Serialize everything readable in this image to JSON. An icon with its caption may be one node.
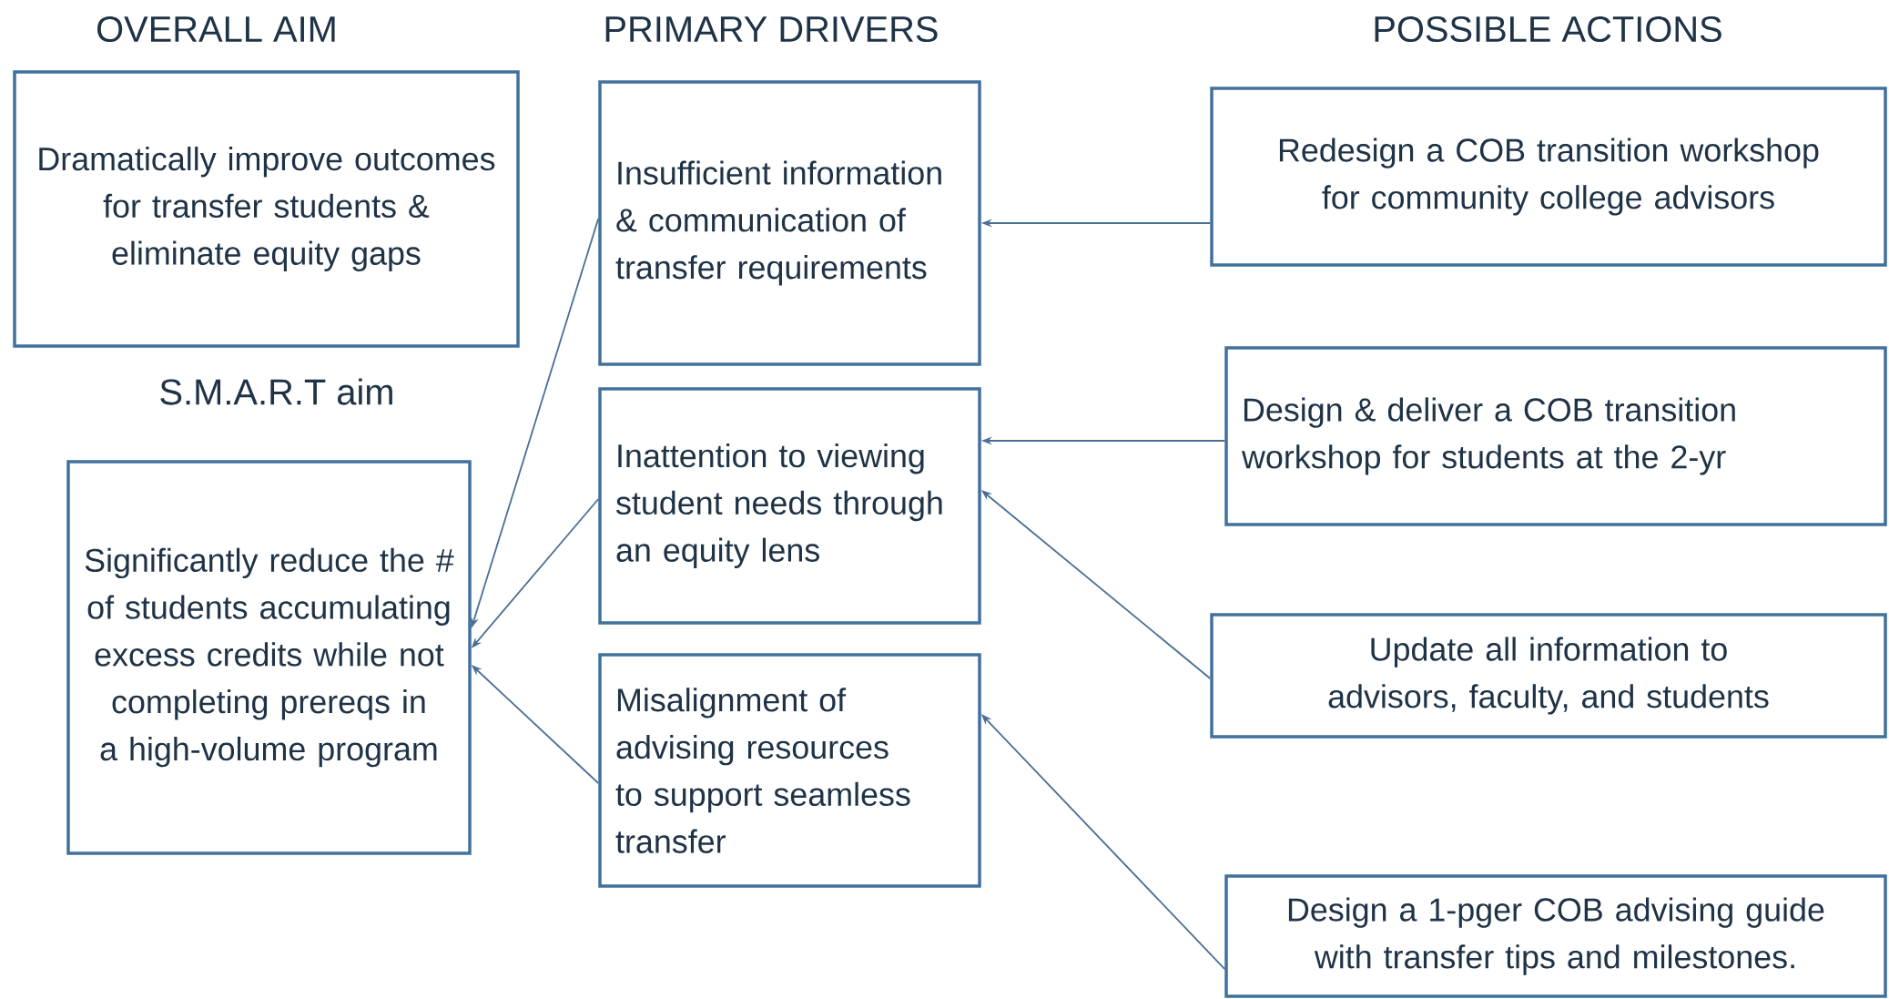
{
  "diagram": {
    "nodes": [
      {
        "text": [
          "Dramatically improve outcomes for transfer students & eliminate equity gaps"
        ]
      },
      {
        "text": [
          "Significantly reduce the # of students accumulating excess credits while not completing prereqs in a high-volume program"
        ]
      },
      {
        "text": [
          "Insufficient information & communication of transfer requirements"
        ]
      },
      {
        "text": [
          "Inattention to viewing student needs through an equity lens"
        ]
      },
      {
        "text": [
          "Misalignment of advising resources to support seamless transfer"
        ]
      },
      {
        "text": [
          "Redesign a COB transition workshop for community college advisors"
        ]
      },
      {
        "text": [
          "Design & deliver a COB transition workshop for students at the 2-yr"
        ]
      },
      {
        "text": [
          "Update all information to advisors, faculty, and students"
        ]
      },
      {
        "text": [
          "Design a 1-pger COB advising guide with transfer tips and milestones."
        ]
      }
    ],
    "edges": [
      {
        "from": 2,
        "to": 1,
        "arrow": "to"
      },
      {
        "from": 3,
        "to": 1,
        "arrow": "to"
      },
      {
        "from": 4,
        "to": 1,
        "arrow": "to"
      },
      {
        "from": 5,
        "to": 2,
        "arrow": "to"
      },
      {
        "from": 6,
        "to": 3,
        "arrow": "to"
      },
      {
        "from": 7,
        "to": 3,
        "arrow": "to"
      },
      {
        "from": 8,
        "to": 4,
        "arrow": "to"
      }
    ],
    "labels": [
      "OVERALL AIM",
      "PRIMARY DRIVERS",
      "POSSIBLE ACTIONS",
      "S.M.A.R.T aim"
    ]
  }
}
